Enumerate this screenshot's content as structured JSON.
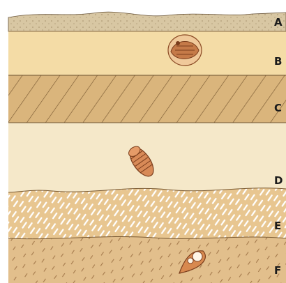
{
  "diagram": {
    "layers": [
      {
        "id": "A",
        "label": "A",
        "fossil": "none"
      },
      {
        "id": "B",
        "label": "B",
        "fossil": "trilobite-curled"
      },
      {
        "id": "C",
        "label": "C",
        "fossil": "none"
      },
      {
        "id": "D",
        "label": "D",
        "fossil": "trilobite"
      },
      {
        "id": "E",
        "label": "E",
        "fossil": "none"
      },
      {
        "id": "F",
        "label": "F",
        "fossil": "gastropod-shell"
      }
    ],
    "colors": {
      "layer_a": "#d8c7a3",
      "layer_b": "#f4dca6",
      "layer_c": "#dab57c",
      "layer_d": "#f5e8c9",
      "layer_e": "#e8c690",
      "layer_f": "#e2bf8c",
      "fossil": "#b86b3e"
    }
  }
}
